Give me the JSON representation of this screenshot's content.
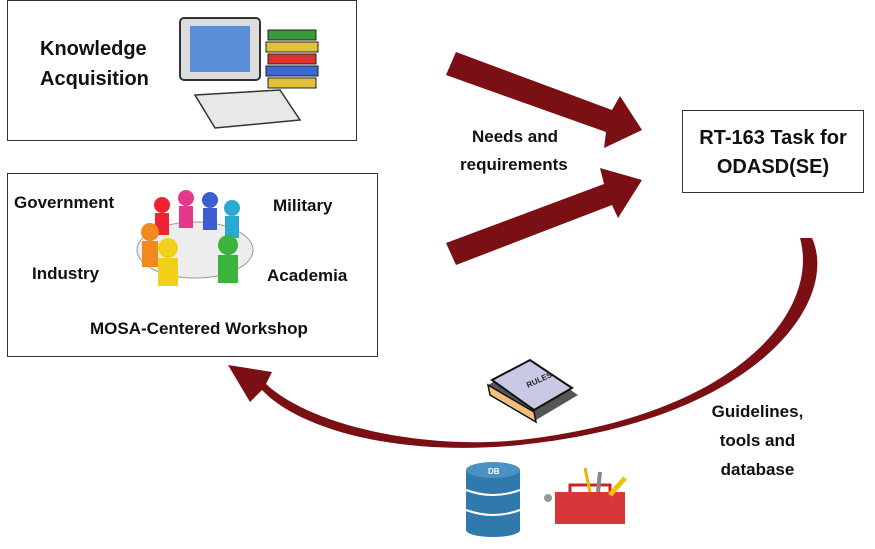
{
  "knowledge_box": {
    "title_line1": "Knowledge",
    "title_line2": "Acquisition"
  },
  "workshop_box": {
    "government": "Government",
    "military": "Military",
    "industry": "Industry",
    "academia": "Academia",
    "caption": "MOSA-Centered Workshop"
  },
  "needs_label": {
    "line1": "Needs and",
    "line2": "requirements"
  },
  "task_box": {
    "line1": "RT-163 Task for",
    "line2": "ODASD(SE)"
  },
  "guidelines_label": {
    "line1": "Guidelines,",
    "line2": "tools and",
    "line3": "database"
  },
  "icons": {
    "book_label": "RULES",
    "db_label": "DB"
  },
  "colors": {
    "arrow": "#7a0f14"
  }
}
